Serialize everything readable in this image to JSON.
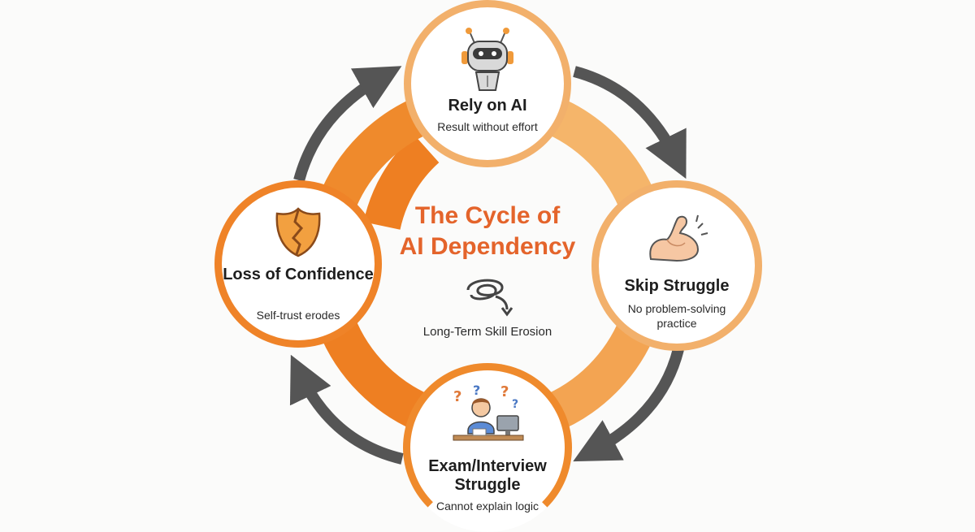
{
  "center": {
    "title_line1": "The Cycle of",
    "title_line2": "AI Dependency",
    "subtitle": "Long-Term Skill Erosion",
    "icon": "swirl-down-arrow-icon"
  },
  "steps": {
    "rely_on_ai": {
      "title": "Rely on AI",
      "subtitle": "Result without effort",
      "icon": "robot-icon"
    },
    "skip_struggle": {
      "title": "Skip Struggle",
      "subtitle": "No problem-solving practice",
      "icon": "flexed-arm-icon"
    },
    "exam_struggle": {
      "title": "Exam/Interview Struggle",
      "subtitle": "Cannot explain logic",
      "icon": "confused-person-icon"
    },
    "loss_of_confidence": {
      "title": "Loss of Confidence",
      "subtitle": "Self-trust erodes",
      "icon": "cracked-shield-icon"
    }
  },
  "colors": {
    "ring_dark": "#ee7f22",
    "ring_light": "#f5b56a",
    "arrow": "#555555",
    "title_accent": "#e4642b"
  }
}
